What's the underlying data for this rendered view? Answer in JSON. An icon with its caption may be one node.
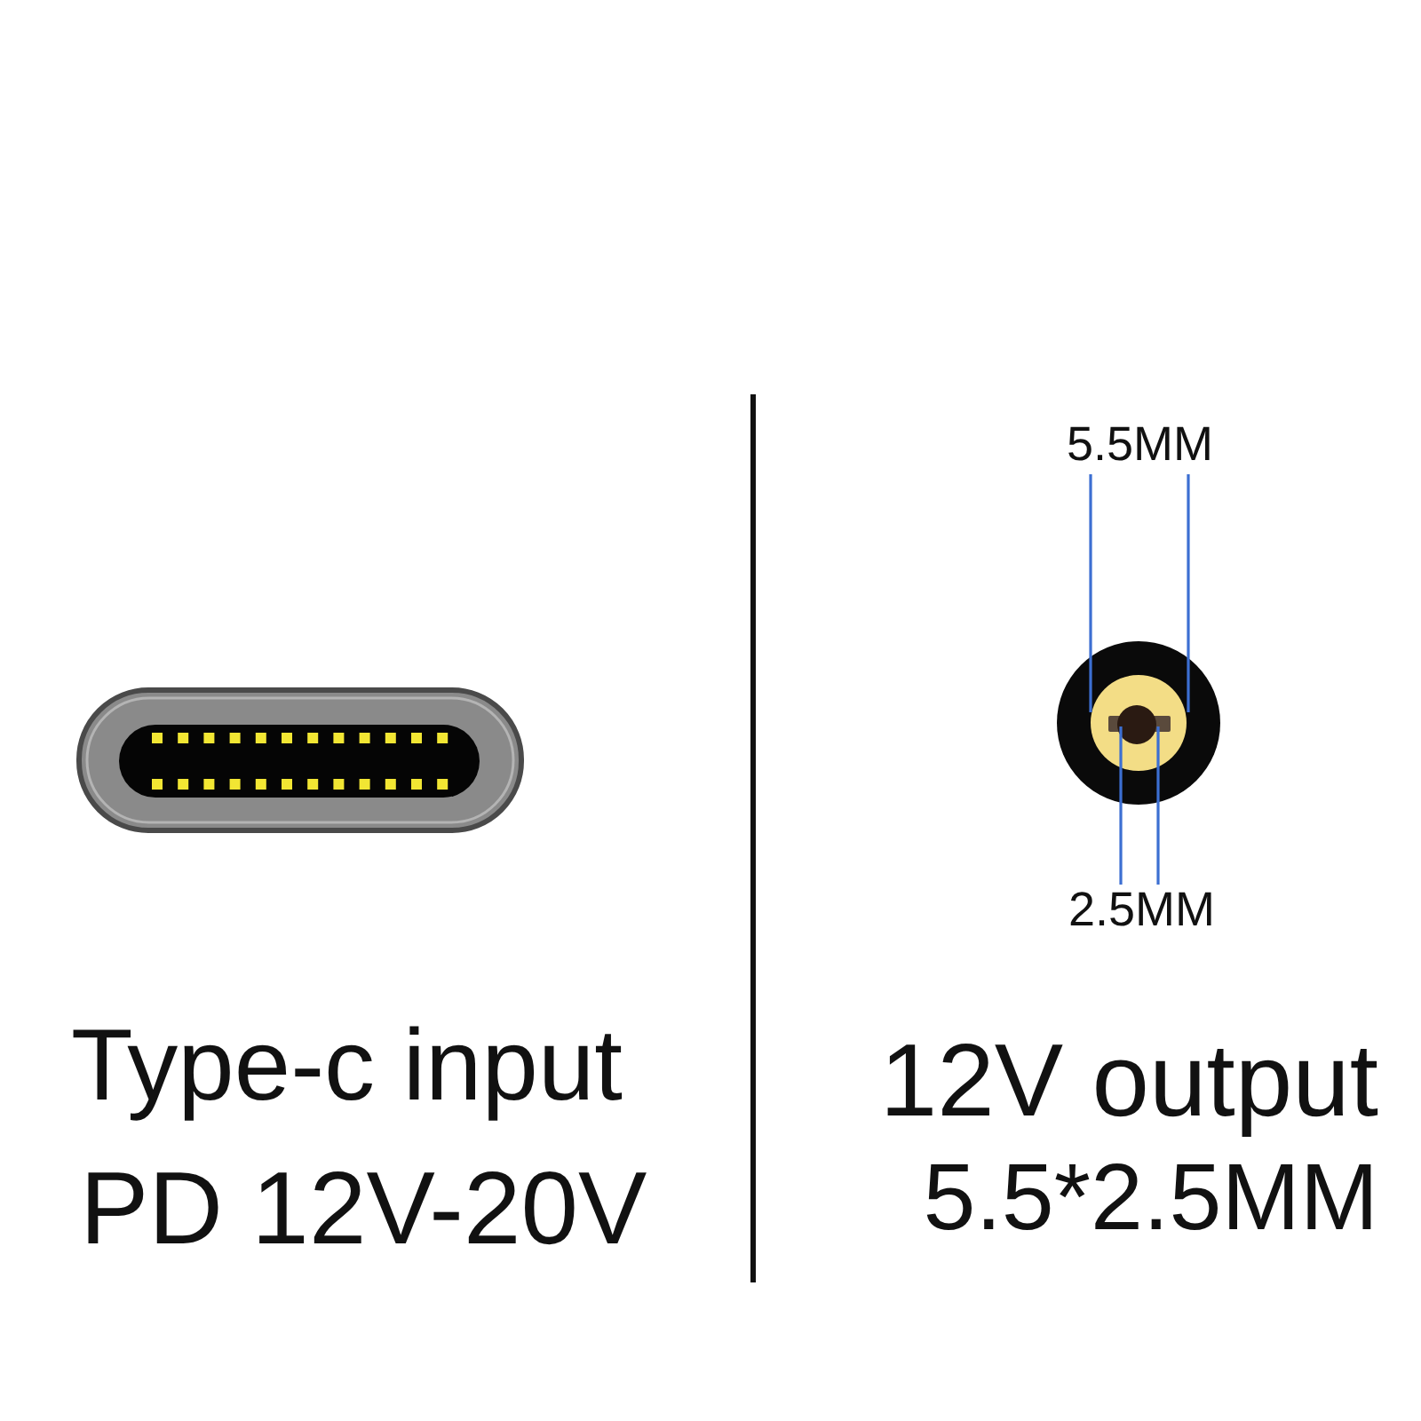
{
  "diagram": {
    "labels": [
      "Type-c input",
      "PD 12V-20V",
      "5.5MM",
      "2.5MM",
      "12V output",
      "5.5*2.5MM"
    ]
  }
}
